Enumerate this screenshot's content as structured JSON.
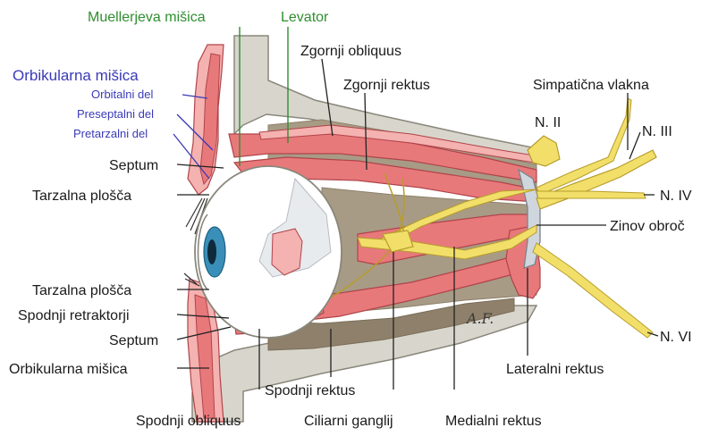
{
  "labels": {
    "muellerjeva_misica": "Muellerjeva mišica",
    "levator": "Levator",
    "zgornji_obliquus": "Zgornji obliquus",
    "zgornji_rektus": "Zgornji rektus",
    "simpaticna_vlakna": "Simpatična vlakna",
    "orbikularna_misica_top": "Orbikularna mišica",
    "orbitalni_del": "Orbitalni del",
    "preseptalni_del": "Preseptalni del",
    "pretarzalni_del": "Pretarzalni del",
    "n_ii": "N. II",
    "n_iii": "N. III",
    "n_iv": "N. IV",
    "n_vi": "N. VI",
    "septum_top": "Septum",
    "tarzalna_plosca_top": "Tarzalna plošča",
    "zinov_obroc": "Zinov obroč",
    "tarzalna_plosca_bottom": "Tarzalna plošča",
    "spodnji_retraktorji": "Spodnji retraktorji",
    "septum_bottom": "Septum",
    "orbikularna_misica_bottom": "Orbikularna mišica",
    "spodnji_rektus": "Spodnji rektus",
    "lateralni_rektus": "Lateralni rektus",
    "spodnji_obliquus": "Spodnji obliquus",
    "ciliarni_ganglij": "Ciliarni ganglij",
    "medialni_rektus": "Medialni rektus",
    "signature": "A.F."
  },
  "colors": {
    "bone": "#d8d6cc",
    "bone_edge": "#8a877c",
    "muscle": "#e8797b",
    "muscle_light": "#f4b2b0",
    "muscle_edge": "#b0444a",
    "fat": "#a79b86",
    "fat_dark": "#8e806a",
    "nerve": "#f1df6a",
    "nerve_edge": "#b79c2b",
    "sclera": "#ffffff",
    "iris": "#3a8fb8",
    "green": "#2f8f2f",
    "blue": "#3a3ab8"
  }
}
